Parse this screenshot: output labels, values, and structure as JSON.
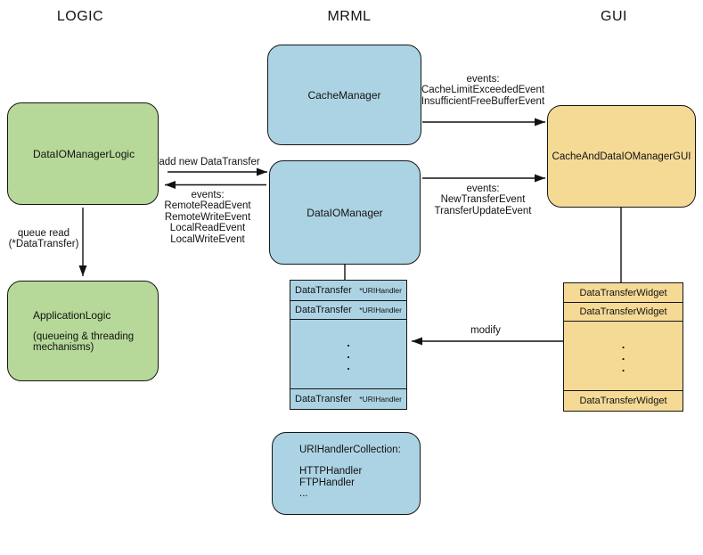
{
  "headers": {
    "logic": "LOGIC",
    "mrml": "MRML",
    "gui": "GUI"
  },
  "boxes": {
    "data_io_manager_logic": {
      "label": "DataIOManagerLogic"
    },
    "application_logic": {
      "label": "ApplicationLogic",
      "note": "(queueing & threading mechanisms)"
    },
    "cache_manager": {
      "label": "CacheManager"
    },
    "data_io_manager": {
      "label": "DataIOManager"
    },
    "cache_and_data_io_manager_gui": {
      "label": "CacheAndDataIOManagerGUI"
    },
    "uri_handler_collection": {
      "title": "URIHandlerCollection:",
      "items": [
        "HTTPHandler",
        "FTPHandler",
        "..."
      ]
    }
  },
  "transfer_table": {
    "rows": [
      {
        "name": "DataTransfer",
        "type": "*URIHandler"
      },
      {
        "name": "DataTransfer",
        "type": "*URIHandler"
      },
      {
        "name": "DataTransfer",
        "type": "*URIHandler"
      }
    ],
    "dots": ".\n.\n."
  },
  "widget_table": {
    "rows": [
      "DataTransferWidget",
      "DataTransferWidget",
      "DataTransferWidget"
    ],
    "dots": ".\n.\n."
  },
  "edges": {
    "add_new_data_transfer": "add new DataTransfer",
    "logic_events": {
      "title": "events:",
      "items": [
        "RemoteReadEvent",
        "RemoteWriteEvent",
        "LocalReadEvent",
        "LocalWriteEvent"
      ]
    },
    "cache_events": {
      "title": "events:",
      "items": [
        "CacheLimitExceededEvent",
        "InsufficientFreeBufferEvent"
      ]
    },
    "transfer_events": {
      "title": "events:",
      "items": [
        "NewTransferEvent",
        "TransferUpdateEvent"
      ]
    },
    "queue_read": "queue read\n(*DataTransfer)",
    "modify": "modify"
  },
  "colors": {
    "logic_fill": "#b6d999",
    "mrml_fill": "#acd3e3",
    "gui_fill": "#f5da96",
    "border": "#151515"
  }
}
